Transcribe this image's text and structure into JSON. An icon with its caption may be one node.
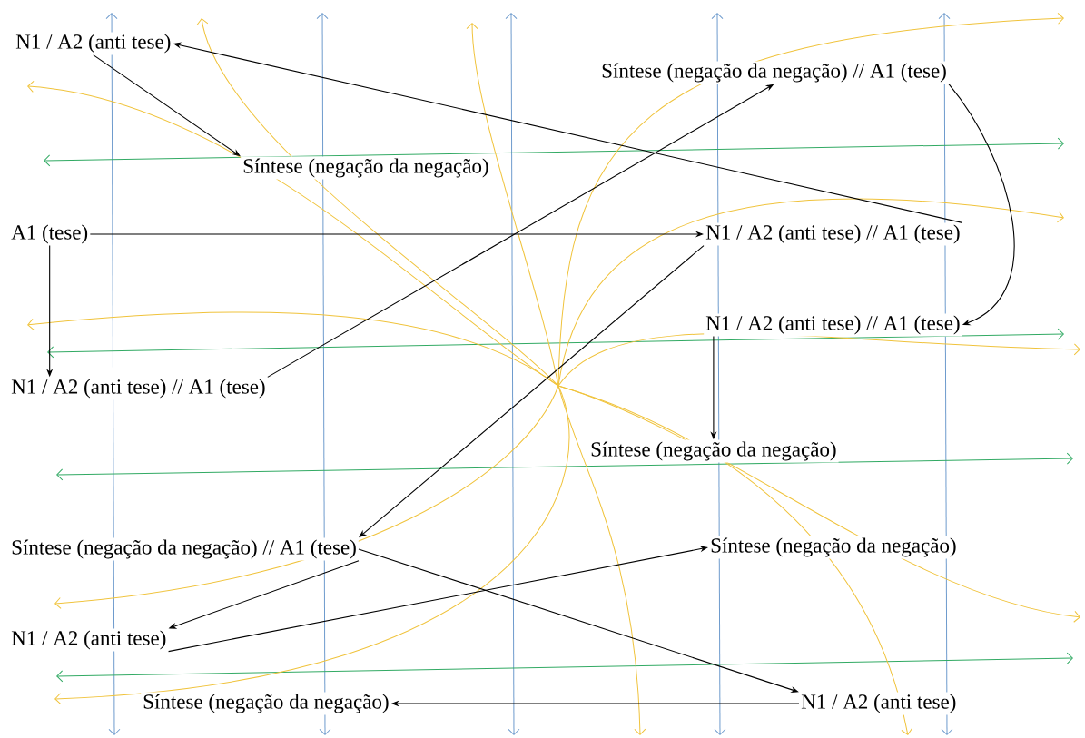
{
  "diagram": {
    "nodes": [
      {
        "text": [
          "N1 / A2 (anti tese)"
        ]
      },
      {
        "text": [
          "Síntese  (negação da negação) // A1 (tese)"
        ]
      },
      {
        "text": [
          "Síntese  (negação da negação)"
        ]
      },
      {
        "text": [
          "A1  (tese)"
        ]
      },
      {
        "text": [
          "N1 / A2 (anti tese) // A1 (tese)"
        ]
      },
      {
        "text": [
          "N1 / A2 (anti tese) // A1 (tese)"
        ]
      },
      {
        "text": [
          "N1 / A2 (anti tese) // A1 (tese)"
        ]
      },
      {
        "text": [
          "Síntese  (negação da negação)"
        ]
      },
      {
        "text": [
          "Síntese  (negação da negação) // A1 (tese)"
        ]
      },
      {
        "text": [
          "Síntese  (negação da negação)"
        ]
      },
      {
        "text": [
          "N1 / A2 (anti tese)"
        ]
      },
      {
        "text": [
          "Síntese  (negação da negação)"
        ]
      },
      {
        "text": [
          "N1 / A2 (anti tese)"
        ]
      }
    ],
    "edges": [
      {
        "from": 0,
        "to": 2,
        "arrow": "to"
      },
      {
        "from": 4,
        "to": 0,
        "arrow": "to"
      },
      {
        "from": 3,
        "to": 4,
        "arrow": "to"
      },
      {
        "from": 3,
        "to": 6,
        "arrow": "to"
      },
      {
        "from": 6,
        "to": 1,
        "arrow": "to"
      },
      {
        "from": 1,
        "to": 5,
        "arrow": "to"
      },
      {
        "from": 4,
        "to": 8,
        "arrow": "to"
      },
      {
        "from": 5,
        "to": 7,
        "arrow": "to"
      },
      {
        "from": 8,
        "to": 10,
        "arrow": "to"
      },
      {
        "from": 10,
        "to": 9,
        "arrow": "to"
      },
      {
        "from": 8,
        "to": 12,
        "arrow": "to"
      },
      {
        "from": 12,
        "to": 11,
        "arrow": "to"
      }
    ]
  }
}
